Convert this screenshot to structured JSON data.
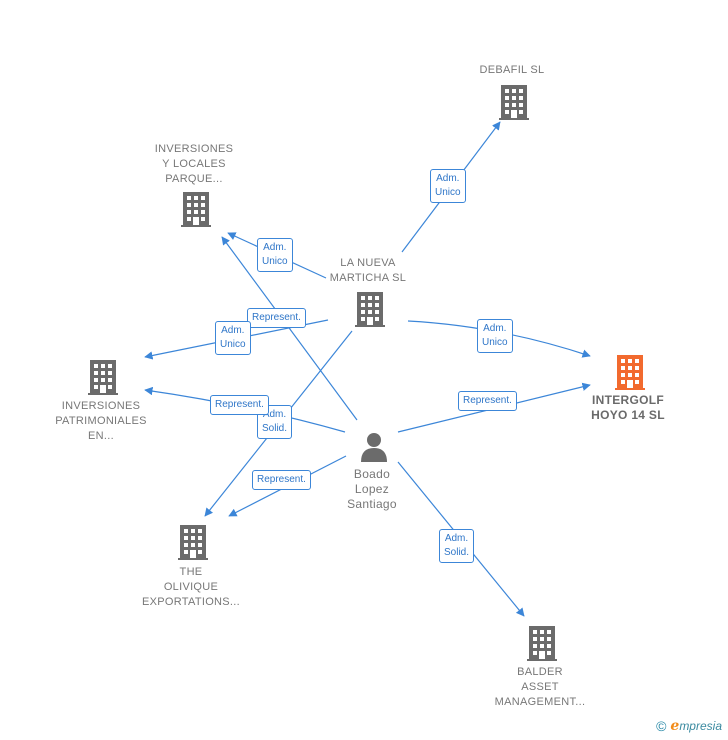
{
  "colors": {
    "edge": "#3c86d8",
    "company": "#6b6b6b",
    "highlight_company": "#f26a2e",
    "person": "#6b6b6b"
  },
  "nodes": {
    "debafil": {
      "lines": [
        "DEBAFIL SL"
      ],
      "icon": "building-icon"
    },
    "inversiones_locales": {
      "lines": [
        "INVERSIONES",
        "Y LOCALES",
        "PARQUE..."
      ],
      "icon": "building-icon"
    },
    "la_nueva_marticha": {
      "lines": [
        "LA NUEVA",
        "MARTICHA  SL"
      ],
      "icon": "building-icon"
    },
    "intergolf": {
      "lines": [
        "INTERGOLF",
        "HOYO 14  SL"
      ],
      "icon": "building-icon"
    },
    "inversiones_patrimoniales": {
      "lines": [
        "INVERSIONES",
        "PATRIMONIALES",
        "EN..."
      ],
      "icon": "building-icon"
    },
    "boado": {
      "lines": [
        "Boado",
        "Lopez",
        "Santiago"
      ],
      "icon": "person-icon"
    },
    "the_olivique": {
      "lines": [
        "THE",
        "OLIVIQUE",
        "EXPORTATIONS..."
      ],
      "icon": "building-icon"
    },
    "balder": {
      "lines": [
        "BALDER",
        "ASSET",
        "MANAGEMENT..."
      ],
      "icon": "building-icon"
    }
  },
  "edges": {
    "nueva_debafil": {
      "lines": [
        "Adm.",
        "Unico"
      ]
    },
    "nueva_locales": {
      "lines": [
        "Adm.",
        "Unico"
      ]
    },
    "boado_locales": {
      "lines": [
        "Represent."
      ]
    },
    "nueva_patrimoniales": {
      "lines": [
        "Adm.",
        "Unico"
      ]
    },
    "nueva_intergolf": {
      "lines": [
        "Adm.",
        "Unico"
      ]
    },
    "boado_patrimoniales": {
      "lines": [
        "Represent."
      ]
    },
    "nueva_olivique": {
      "lines": [
        "Adm.",
        "Solid."
      ]
    },
    "boado_intergolf": {
      "lines": [
        "Represent."
      ]
    },
    "boado_olivique": {
      "lines": [
        "Represent."
      ]
    },
    "boado_balder": {
      "lines": [
        "Adm.",
        "Solid."
      ]
    }
  },
  "footer": {
    "copyright": "©",
    "brand_initial": "e",
    "brand_rest": "mpresia"
  }
}
